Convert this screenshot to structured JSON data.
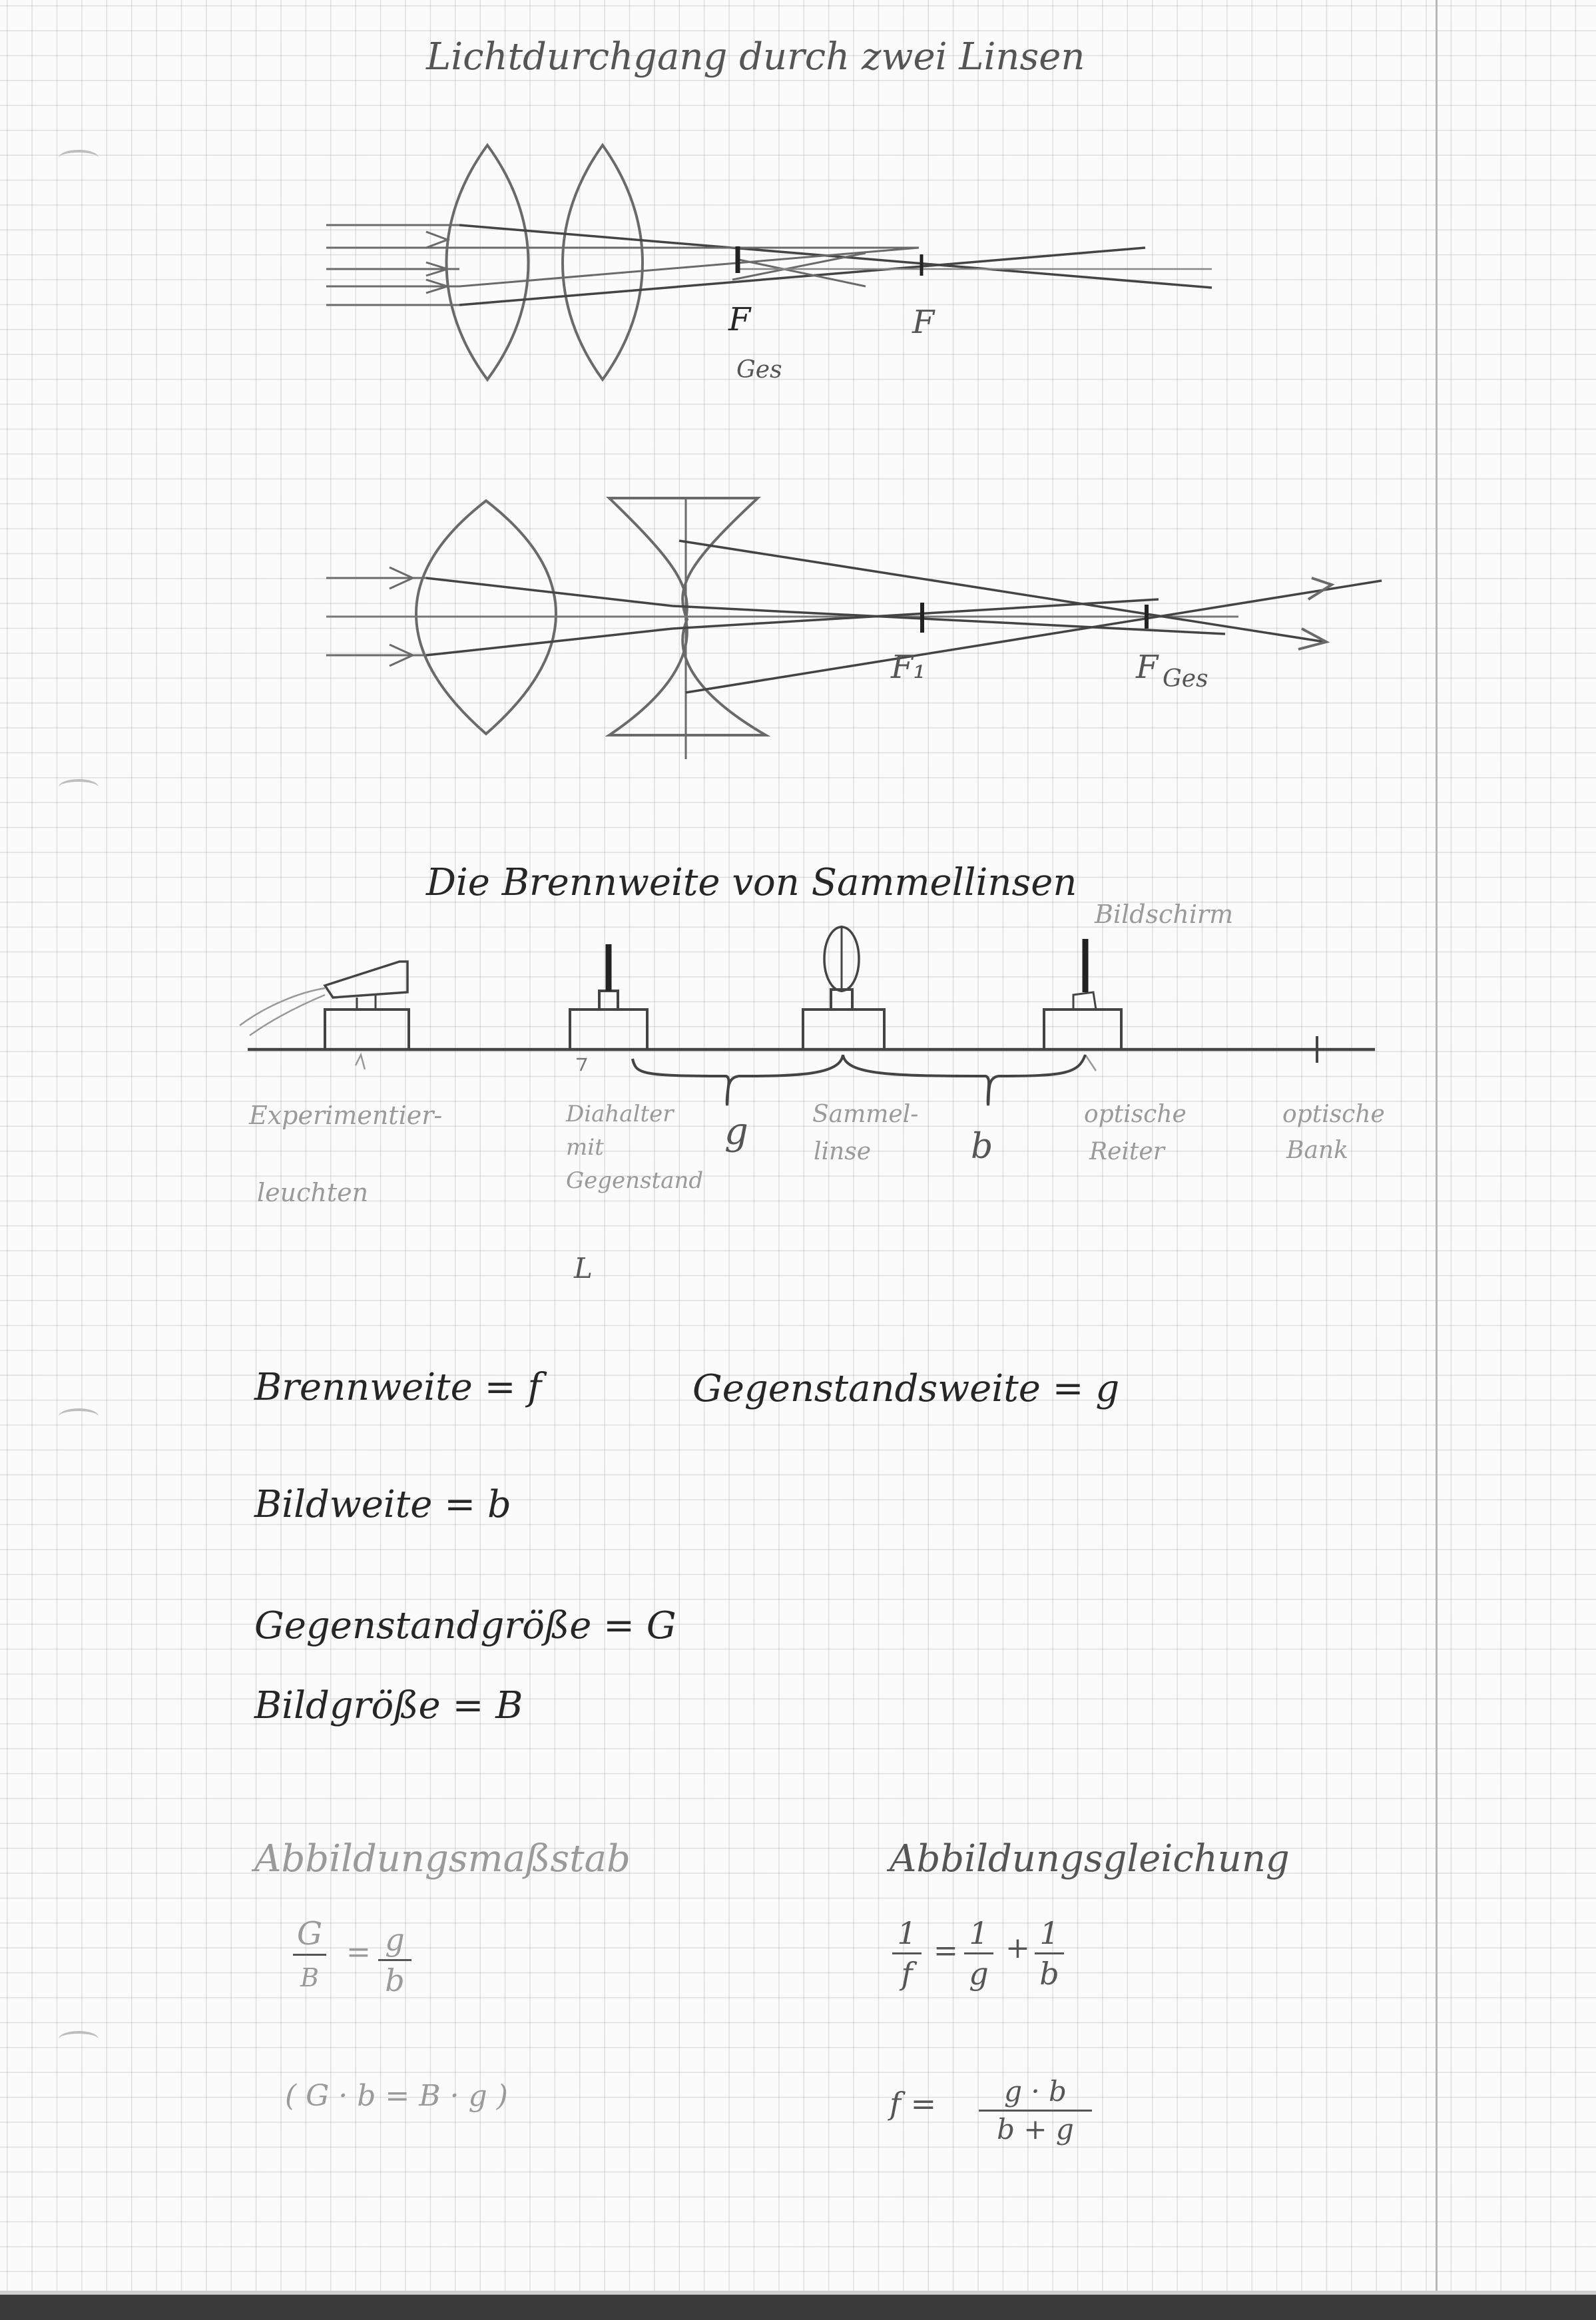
{
  "section1": {
    "title": "Lichtdurchgang durch zwei Linsen",
    "fig1_labels": {
      "f_ges": "F",
      "f_ges_sub": "Ges",
      "f": "F"
    },
    "fig2_labels": {
      "f1": "F₁",
      "f_ges": "F",
      "f_ges_sub": "Ges"
    }
  },
  "section2": {
    "title": "Die Brennweite von Sammellinsen",
    "screen_label": "Bildschirm",
    "labels": {
      "lamp_1": "Experimentier-",
      "lamp_2": "leuchten",
      "holder_1": "Diahalter",
      "holder_2": "mit",
      "holder_3": "Gegenstand",
      "holder_4": "L",
      "g": "g",
      "lens_1": "Sammel-",
      "lens_2": "linse",
      "b": "b",
      "rider_1": "optische",
      "rider_2": "Reiter",
      "bench_1": "optische",
      "bench_2": "Bank"
    }
  },
  "definitions": {
    "brennweite": "Brennweite = f",
    "gegenstandsweite": "Gegenstandsweite = g",
    "bildweite": "Bildweite = b",
    "gegenstandsgroesse": "Gegenstandgröße = G",
    "bildgroesse": "Bildgröße = B"
  },
  "abbildungsmassstab": {
    "heading": "Abbildungsmaßstab",
    "lhs_num": "G",
    "lhs_den": "B",
    "eq": "=",
    "rhs_num": "g",
    "rhs_den": "b",
    "product": "( G · b = B · g )"
  },
  "abbildungsgleichung": {
    "heading": "Abbildungsgleichung",
    "one": "1",
    "f": "f",
    "g": "g",
    "b": "b",
    "eq": "=",
    "plus": "+",
    "f_eq": "f =",
    "num": "g · b",
    "den": "b + g"
  }
}
